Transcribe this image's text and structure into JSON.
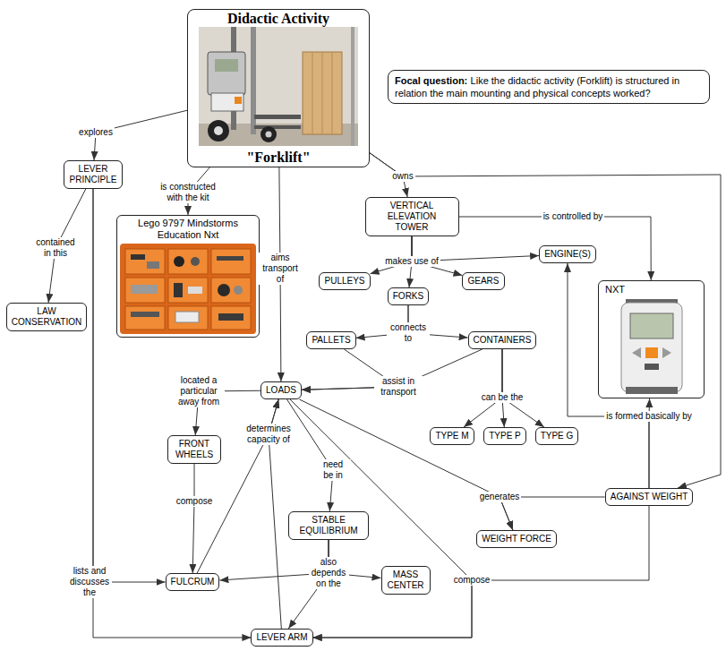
{
  "diagram": {
    "nodes": [
      {
        "text": [
          "Didactic Activity",
          "\"Forklift\""
        ]
      },
      {
        "text": [
          "Focal question:",
          "Like the didactic activity (Forklift) is structured in relation the main mounting and physical concepts worked?"
        ]
      },
      {
        "text": [
          "LEVER PRINCIPLE"
        ]
      },
      {
        "text": [
          "Lego 9797 Mindstorms Education Nxt"
        ]
      },
      {
        "text": [
          "VERTICAL ELEVATION TOWER"
        ]
      },
      {
        "text": [
          "ENGINE(S)"
        ]
      },
      {
        "text": [
          "NXT"
        ]
      },
      {
        "text": [
          "LAW CONSERVATION"
        ]
      },
      {
        "text": [
          "PULLEYS"
        ]
      },
      {
        "text": [
          "GEARS"
        ]
      },
      {
        "text": [
          "FORKS"
        ]
      },
      {
        "text": [
          "PALLETS"
        ]
      },
      {
        "text": [
          "CONTAINERS"
        ]
      },
      {
        "text": [
          "LOADS"
        ]
      },
      {
        "text": [
          "FRONT WHEELS"
        ]
      },
      {
        "text": [
          "TYPE M"
        ]
      },
      {
        "text": [
          "TYPE P"
        ]
      },
      {
        "text": [
          "TYPE G"
        ]
      },
      {
        "text": [
          "STABLE EQUILIBRIUM"
        ]
      },
      {
        "text": [
          "WEIGHT FORCE"
        ]
      },
      {
        "text": [
          "AGAINST WEIGHT"
        ]
      },
      {
        "text": [
          "FULCRUM"
        ]
      },
      {
        "text": [
          "MASS CENTER"
        ]
      },
      {
        "text": [
          "LEVER ARM"
        ]
      }
    ],
    "edges": [
      {
        "from": 0,
        "to": 2,
        "label": "explores",
        "arrow": "to"
      },
      {
        "from": 0,
        "to": 3,
        "label": "is constructed with the kit",
        "arrow": "to"
      },
      {
        "from": 0,
        "to": 13,
        "label": "aims transport of",
        "arrow": "to"
      },
      {
        "from": 0,
        "to": 4,
        "label": "owns",
        "arrow": "to"
      },
      {
        "from": 0,
        "to": 20,
        "arrow": "to"
      },
      {
        "from": 2,
        "to": 7,
        "label": "contained in this",
        "arrow": "to"
      },
      {
        "from": 2,
        "to": 21,
        "label": "lists and discusses the",
        "arrow": "to"
      },
      {
        "from": 2,
        "to": 23,
        "arrow": "to"
      },
      {
        "from": 4,
        "to": 8,
        "label": "makes use of",
        "arrow": "to"
      },
      {
        "from": 4,
        "to": 10,
        "arrow": "to"
      },
      {
        "from": 4,
        "to": 9,
        "arrow": "to"
      },
      {
        "from": 4,
        "to": 5,
        "arrow": "to"
      },
      {
        "from": 4,
        "to": 6,
        "label": "is controlled by",
        "arrow": "to"
      },
      {
        "from": 10,
        "to": 11,
        "label": "connects to",
        "arrow": "to"
      },
      {
        "from": 10,
        "to": 12,
        "arrow": "to"
      },
      {
        "from": 11,
        "to": 13,
        "label": "assist in transport",
        "arrow": "to"
      },
      {
        "from": 12,
        "to": 13,
        "arrow": "to"
      },
      {
        "from": 12,
        "to": 15,
        "label": "can be the",
        "arrow": "to"
      },
      {
        "from": 12,
        "to": 16,
        "arrow": "to"
      },
      {
        "from": 12,
        "to": 17,
        "arrow": "to"
      },
      {
        "from": 13,
        "to": 14,
        "label": "located a particular away from",
        "arrow": "to"
      },
      {
        "from": 14,
        "to": 21,
        "label": "compose",
        "arrow": "to"
      },
      {
        "from": 21,
        "to": 13,
        "label": "determines capacity of",
        "arrow": "to"
      },
      {
        "from": 23,
        "to": 13,
        "arrow": "to"
      },
      {
        "from": 13,
        "to": 18,
        "label": "need be in",
        "arrow": "to"
      },
      {
        "from": 18,
        "to": 21,
        "label": "also depends on the",
        "arrow": "to"
      },
      {
        "from": 18,
        "to": 22,
        "arrow": "to"
      },
      {
        "from": 18,
        "to": 23,
        "arrow": "to"
      },
      {
        "from": 13,
        "to": 23,
        "label": "compose",
        "arrow": "to"
      },
      {
        "from": 20,
        "to": 23,
        "arrow": "to"
      },
      {
        "from": 20,
        "to": 19,
        "label": "generates",
        "arrow": "to"
      },
      {
        "from": 13,
        "to": 19,
        "arrow": "to"
      },
      {
        "from": 20,
        "to": 5,
        "label": "is formed basically by",
        "arrow": "to"
      },
      {
        "from": 20,
        "to": 6,
        "arrow": "to"
      }
    ]
  }
}
